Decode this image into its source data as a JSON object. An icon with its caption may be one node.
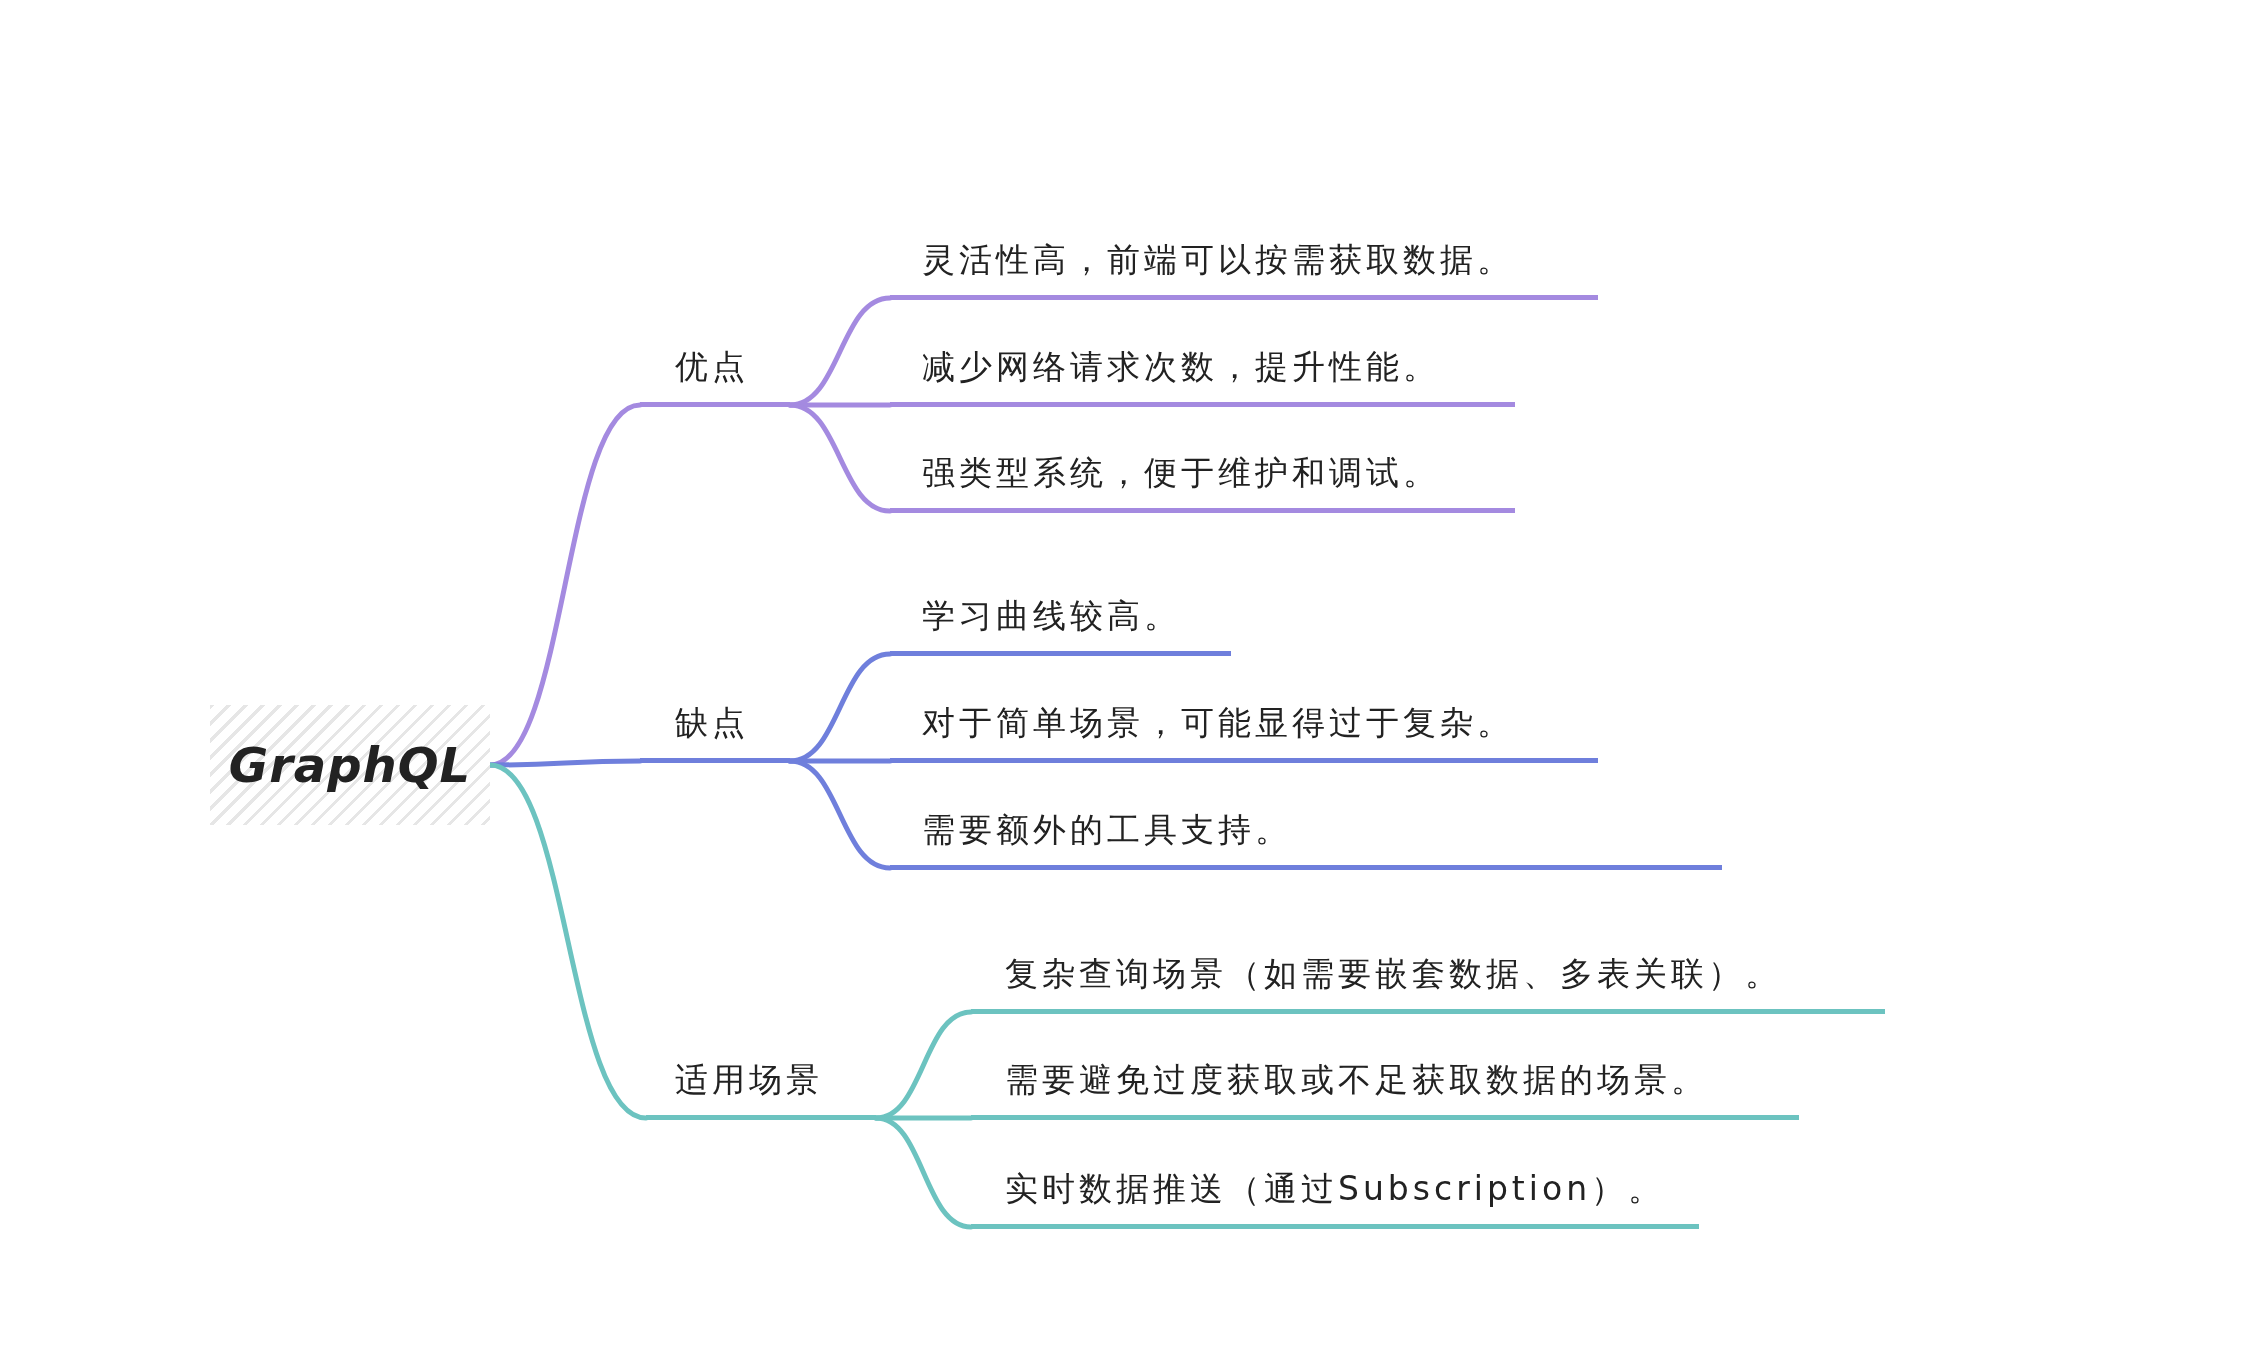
{
  "diagram": {
    "nodes": [
      {
        "text": [
          "GraphQL"
        ]
      },
      {
        "text": [
          "优点"
        ]
      },
      {
        "text": [
          "灵活性高，前端可以按需获取数据。"
        ]
      },
      {
        "text": [
          "减少网络请求次数，提升性能。"
        ]
      },
      {
        "text": [
          "强类型系统，便于维护和调试。"
        ]
      },
      {
        "text": [
          "缺点"
        ]
      },
      {
        "text": [
          "学习曲线较高。"
        ]
      },
      {
        "text": [
          "对于简单场景，可能显得过于复杂。"
        ]
      },
      {
        "text": [
          "需要额外的工具支持。"
        ]
      },
      {
        "text": [
          "适用场景"
        ]
      },
      {
        "text": [
          "复杂查询场景（如需要嵌套数据、多表关联）。"
        ]
      },
      {
        "text": [
          "需要避免过度获取或不足获取数据的场景。"
        ]
      },
      {
        "text": [
          "实时数据推送（通过Subscription）。"
        ]
      }
    ],
    "edges": [
      {
        "from": 0,
        "to": 1,
        "arrow": "none",
        "color": "#a48ae0"
      },
      {
        "from": 1,
        "to": 2,
        "arrow": "none",
        "color": "#a48ae0"
      },
      {
        "from": 1,
        "to": 3,
        "arrow": "none",
        "color": "#a48ae0"
      },
      {
        "from": 1,
        "to": 4,
        "arrow": "none",
        "color": "#a48ae0"
      },
      {
        "from": 0,
        "to": 5,
        "arrow": "none",
        "color": "#6f7fdc"
      },
      {
        "from": 5,
        "to": 6,
        "arrow": "none",
        "color": "#6f7fdc"
      },
      {
        "from": 5,
        "to": 7,
        "arrow": "none",
        "color": "#6f7fdc"
      },
      {
        "from": 5,
        "to": 8,
        "arrow": "none",
        "color": "#6f7fdc"
      },
      {
        "from": 0,
        "to": 9,
        "arrow": "none",
        "color": "#6cc3c0"
      },
      {
        "from": 9,
        "to": 10,
        "arrow": "none",
        "color": "#6cc3c0"
      },
      {
        "from": 9,
        "to": 11,
        "arrow": "none",
        "color": "#6cc3c0"
      },
      {
        "from": 9,
        "to": 12,
        "arrow": "none",
        "color": "#6cc3c0"
      }
    ]
  }
}
